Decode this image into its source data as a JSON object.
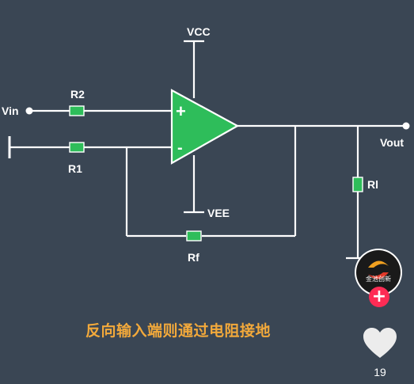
{
  "diagram": {
    "labels": {
      "vcc": "VCC",
      "vee": "VEE",
      "vin": "Vin",
      "vout": "Vout",
      "r2": "R2",
      "r1": "R1",
      "rf": "Rf",
      "rl": "Rl",
      "plus": "+",
      "minus": "-"
    },
    "colors": {
      "background": "#3a4654",
      "wire": "#ffffff",
      "opamp": "#2ebd5a",
      "resistor": "#2ebd5a"
    }
  },
  "caption": "反向输入端则通过电阻接地",
  "sidebar": {
    "avatar_text": "金池创新",
    "follow_icon": "+",
    "like_count": "19",
    "colors": {
      "caption": "#f2a93b",
      "follow": "#fe2c55"
    }
  }
}
